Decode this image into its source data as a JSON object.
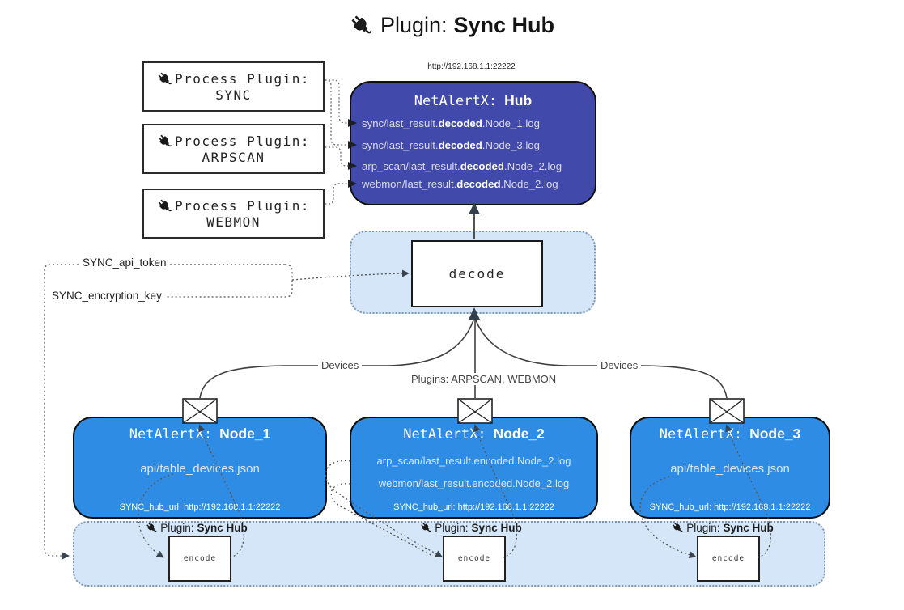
{
  "title": {
    "prefix": "Plugin:",
    "name": "Sync Hub"
  },
  "process_plugins": [
    {
      "label": "Process Plugin:",
      "name": "SYNC"
    },
    {
      "label": "Process Plugin:",
      "name": "ARPSCAN"
    },
    {
      "label": "Process Plugin:",
      "name": "WEBMON"
    }
  ],
  "hub": {
    "url_label": "http://192.168.1.1:22222",
    "title_prefix": "NetAlertX:",
    "title_name": "Hub",
    "logs": [
      {
        "pre": "sync/last_result.",
        "bold": "decoded",
        "post": ".Node_1.log"
      },
      {
        "pre": "sync/last_result.",
        "bold": "decoded",
        "post": ".Node_3.log"
      },
      {
        "pre": "arp_scan/last_result.",
        "bold": "decoded",
        "post": ".Node_2.log"
      },
      {
        "pre": "webmon/last_result.",
        "bold": "decoded",
        "post": ".Node_2.log"
      }
    ]
  },
  "decode_box": {
    "label": "decode"
  },
  "secrets": {
    "api_token": "SYNC_api_token",
    "encryption_key": "SYNC_encryption_key"
  },
  "edge_labels": {
    "left": "Devices",
    "middle": "Plugins: ARPSCAN, WEBMON",
    "right": "Devices"
  },
  "nodes": [
    {
      "title_prefix": "NetAlertX:",
      "title_name": "Node_1",
      "files": [
        "api/table_devices.json"
      ],
      "hub_url": "SYNC_hub_url: http://192.168.1.1:22222"
    },
    {
      "title_prefix": "NetAlertX:",
      "title_name": "Node_2",
      "files": [
        "arp_scan/last_result.encoded.Node_2.log",
        "webmon/last_result.encoded.Node_2.log"
      ],
      "hub_url": "SYNC_hub_url: http://192.168.1.1:22222"
    },
    {
      "title_prefix": "NetAlertX:",
      "title_name": "Node_3",
      "files": [
        "api/table_devices.json"
      ],
      "hub_url": "SYNC_hub_url: http://192.168.1.1:22222"
    }
  ],
  "encode_section": {
    "plugin_prefix": "Plugin:",
    "plugin_name": "Sync Hub",
    "encode_label": "encode"
  },
  "colors": {
    "hub_fill": "#4149ab",
    "node_fill": "#2e8ce4",
    "container_fill": "#d4e6f8",
    "line_dark": "#3f3f3f",
    "arrow_dark": "#333f4d"
  }
}
